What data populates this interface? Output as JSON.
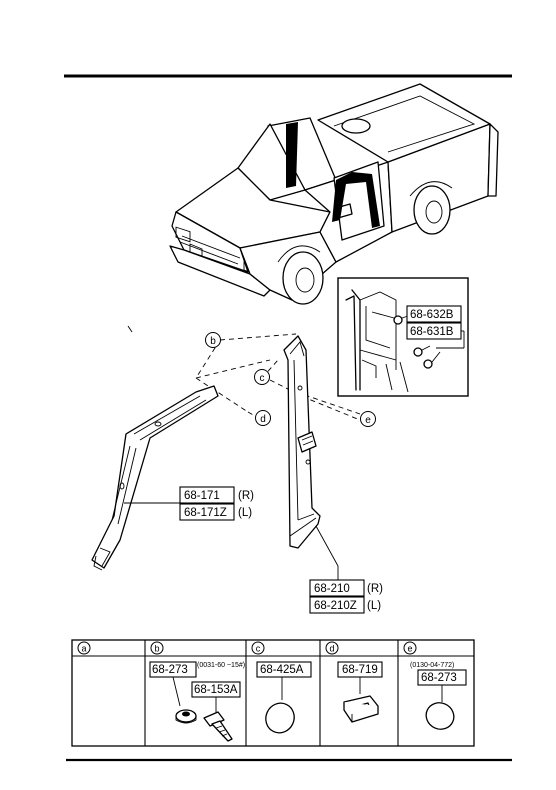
{
  "parts": {
    "vent_trim": [
      "68-632B",
      "68-631B"
    ],
    "front_pillar": {
      "right": "68-171",
      "left": "68-171Z",
      "right_side": "(R)",
      "left_side": "(L)"
    },
    "center_pillar": {
      "right": "68-210",
      "left": "68-210Z",
      "right_side": "(R)",
      "left_side": "(L)"
    }
  },
  "callouts": [
    "b",
    "c",
    "d",
    "e"
  ],
  "table": {
    "headers": [
      "a",
      "b",
      "c",
      "d",
      "e"
    ],
    "b": {
      "part1": "68-273",
      "note": "(0031-60 ~15#)",
      "part2": "68-153A"
    },
    "c": {
      "part": "68-425A"
    },
    "d": {
      "part": "68-719"
    },
    "e": {
      "note": "(0130-04-772)",
      "part": "68-273"
    }
  }
}
